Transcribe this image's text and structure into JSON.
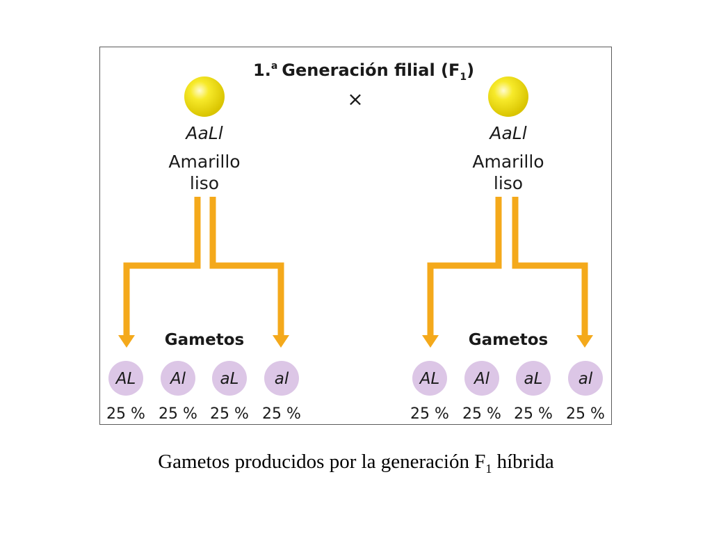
{
  "title_main": "1.",
  "title_sup": "a",
  "title_text": "Generación filial (F",
  "title_subscript": "1",
  "title_close": ")",
  "cross_symbol": "×",
  "parents": [
    {
      "genotype": "AaLl",
      "phenotype_line1": "Amarillo",
      "phenotype_line2": "liso"
    },
    {
      "genotype": "AaLl",
      "phenotype_line1": "Amarillo",
      "phenotype_line2": "liso"
    }
  ],
  "gametes_label": "Gametos",
  "gametes": [
    {
      "type": "AL",
      "percent": "25 %"
    },
    {
      "type": "Al",
      "percent": "25 %"
    },
    {
      "type": "aL",
      "percent": "25 %"
    },
    {
      "type": "al",
      "percent": "25 %"
    }
  ],
  "caption_text": "Gametos producidos por la generación F",
  "caption_subscript": "1",
  "caption_tail": " híbrida",
  "colors": {
    "pea": "#f2e21a",
    "pea_highlight": "#fff9b0",
    "arrow": "#f4a91b",
    "gamete_circle": "#dcc6e6"
  }
}
